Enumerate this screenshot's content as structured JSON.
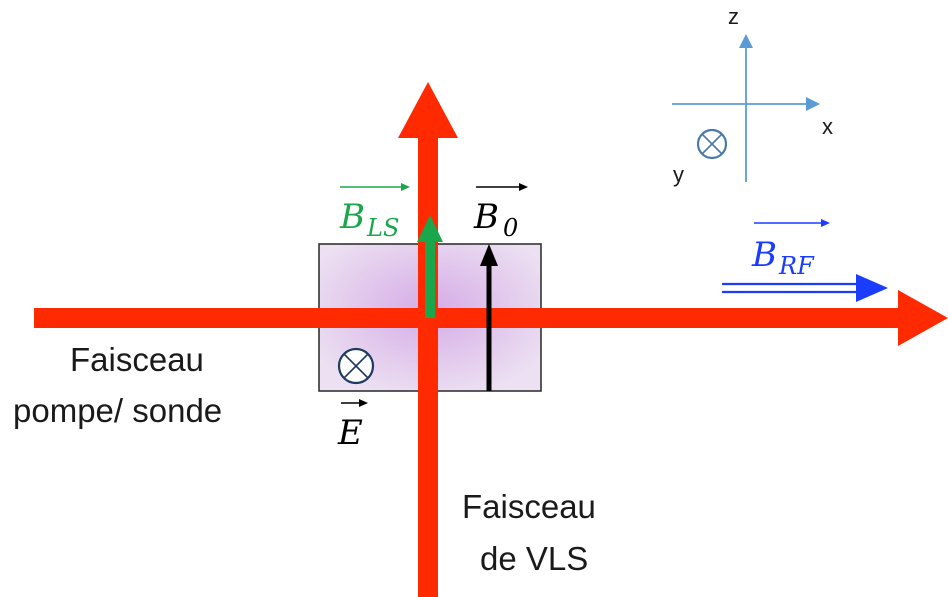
{
  "axes": {
    "z": "z",
    "x": "x",
    "y": "y"
  },
  "labels": {
    "probe_beam_line1": "Faisceau",
    "probe_beam_line2": "pompe/ sonde",
    "vls_beam_line1": "Faisceau",
    "vls_beam_line2": "de VLS"
  },
  "vectors": {
    "b_ls": {
      "base": "B",
      "sub": "LS"
    },
    "b_0": {
      "base": "B",
      "sub": "0"
    },
    "b_rf": {
      "base": "B",
      "sub": "RF"
    },
    "e_field": {
      "base": "E"
    }
  },
  "colors": {
    "beam": "#ff2a00",
    "b_ls": "#1aa64a",
    "b_0": "#000000",
    "b_rf": "#1a3cff",
    "axes": "#5b9bd5",
    "cell_fill": "#e3c8ee",
    "cell_stroke": "#333333"
  },
  "icons": {
    "into_page": "circle-cross-icon"
  }
}
